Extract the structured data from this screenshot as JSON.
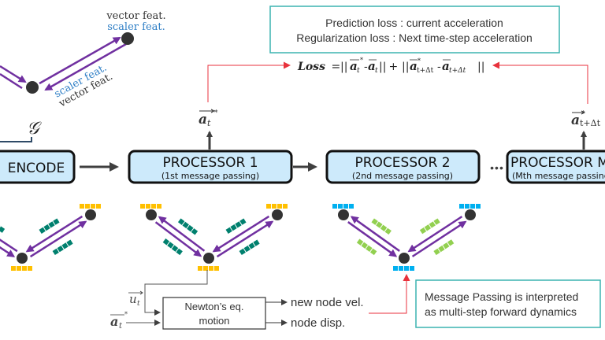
{
  "colors": {
    "arrow_dark": "#3f3f3f",
    "edge_purple": "#7030a0",
    "node_dark": "#333333",
    "feat_yellow": "#ffc000",
    "feat_teal": "#00806e",
    "feat_blue": "#00b0f0",
    "feat_green": "#92d050",
    "box_fill": "#cdeafb",
    "note_border": "#3cb4b0",
    "loss_red": "#e8323c",
    "scaler_blue": "#2f7fc6"
  },
  "top_left_graph": {
    "node_label_vector": "vector feat.",
    "node_label_scaler": "scaler feat.",
    "edge_label_scaler": "scaler feat.",
    "edge_label_vector": "vector feat."
  },
  "graph_symbol": "𝒢",
  "pipeline": {
    "encode": {
      "title": "ENCODE"
    },
    "processors": [
      {
        "title": "PROCESSOR 1",
        "subtitle": "(1st message passing)",
        "output": "a_t*"
      },
      {
        "title": "PROCESSOR 2",
        "subtitle": "(2nd message passing)"
      },
      {
        "title": "PROCESSOR M",
        "subtitle": "(Mth message passing)",
        "output": "a_t+Δt*"
      }
    ],
    "ellipsis": "•••"
  },
  "loss_note": {
    "line1": "Prediction loss : current acceleration",
    "line2": "Regularization loss : Next time-step acceleration"
  },
  "loss_formula": {
    "lhs": "Loss",
    "equals": " = ",
    "term1_open": "||",
    "term1_a1": "a",
    "term1_a1_sub": "t",
    "term1_a1_sup": "*",
    "term1_minus": "-",
    "term1_a2": "a",
    "term1_a2_sub": "t",
    "term1_close": "||",
    "plus": " + ",
    "term2_open": "||",
    "term2_a1": "a",
    "term2_a1_sub": "t+Δt",
    "term2_a1_sup": "*",
    "term2_minus": "-",
    "term2_a2": "a",
    "term2_a2_sub": "t+Δt",
    "term2_close": "||"
  },
  "outputs": {
    "p1_symbol": "a",
    "p1_sub": "t",
    "p1_sup": "*",
    "pm_symbol": "a",
    "pm_sub": "t+Δt",
    "pm_sup": "*"
  },
  "newton": {
    "box_line1": "Newton’s eq.",
    "box_line2": "motion",
    "input_u": "u",
    "input_u_sub": "t",
    "input_a": "a",
    "input_a_sub": "t",
    "input_a_sup": "*",
    "output_vel": "new node vel.",
    "output_disp": "node disp."
  },
  "mp_note": {
    "line1": "Message Passing is interpreted",
    "line2": "as multi-step forward dynamics"
  }
}
